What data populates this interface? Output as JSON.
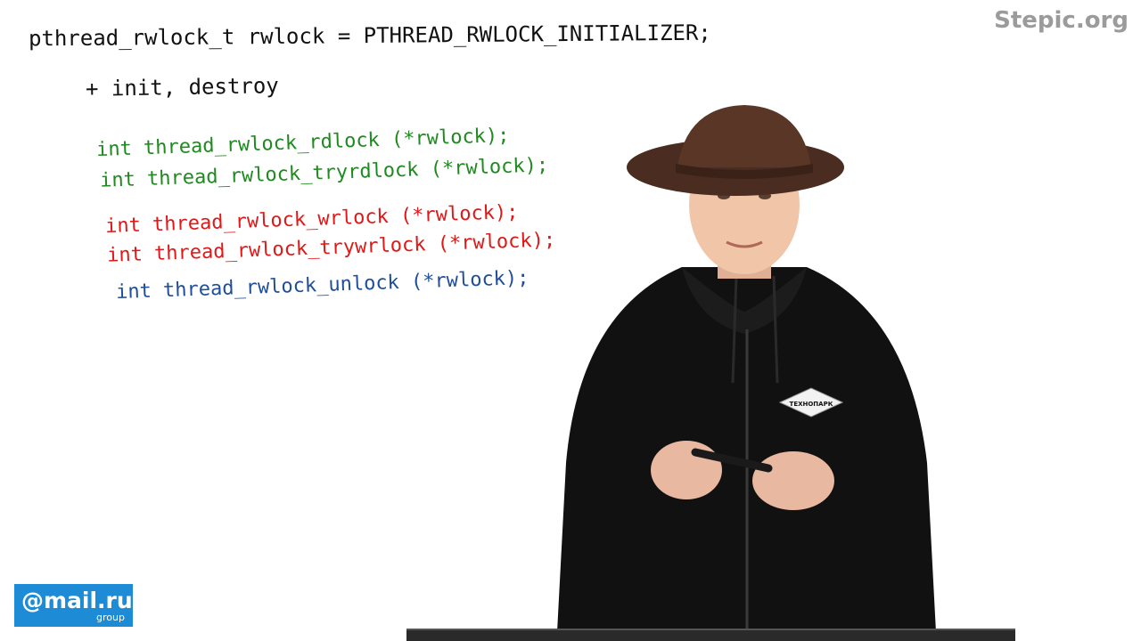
{
  "watermark": {
    "brand": "Stepic.org"
  },
  "whiteboard": {
    "line1": "pthread_rwlock_t rwlock = PTHREAD_RWLOCK_INITIALIZER;",
    "line2": "+ init, destroy",
    "line3": "int  thread_rwlock_rdlock (*rwlock);",
    "line4": "int  thread_rwlock_tryrdlock (*rwlock);",
    "line5": "int  thread_rwlock_wrlock (*rwlock);",
    "line6": "int  thread_rwlock_trywrlock (*rwlock);",
    "line7": "int  thread_rwlock_unlock (*rwlock);"
  },
  "logo": {
    "main": "@mail.ru",
    "sub": "group"
  },
  "hoodie_patch": {
    "text": "ТЕХНОПАРК"
  },
  "colors": {
    "black_ink": "#111111",
    "green_ink": "#1f8a1f",
    "red_ink": "#e01818",
    "blue_ink": "#1f4e9a",
    "watermark": "#8a8a8a",
    "logo_bg": "#1e8bd6"
  }
}
